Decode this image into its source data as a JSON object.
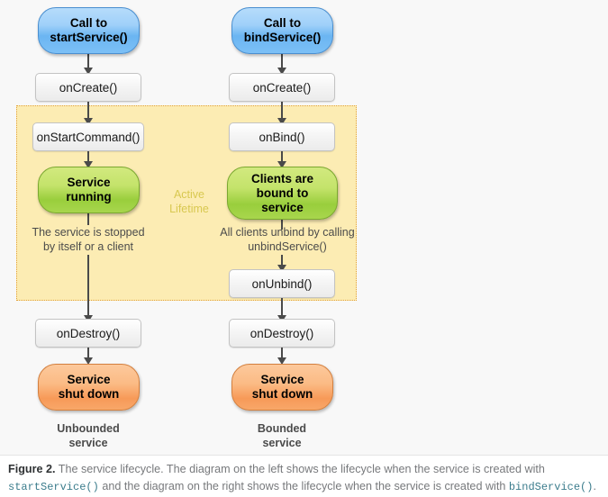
{
  "figure": {
    "label": "Figure 2.",
    "text_part_1": " The service lifecycle. The diagram on the left shows the lifecycle when the service is created with ",
    "code_1": "startService()",
    "text_part_2": " and the diagram on the right shows the lifecycle when the service is created with ",
    "code_2": "bindService()",
    "text_part_3": "."
  },
  "lifetime_region": {
    "label": "Active\nLifetime",
    "fill_color": "#fcecb3",
    "border_color": "#e2a13a",
    "label_color": "#d8c850"
  },
  "colors": {
    "start_node": "#7cc0f6",
    "running_node": "#a8d64d",
    "shutdown_node": "#f8a769",
    "method_box": "#f0f0f0",
    "connector": "#4a4a4a",
    "background": "#f8f8f8",
    "code_text": "#3b7c8c"
  },
  "left_column": {
    "title": "Unbounded\nservice",
    "nodes": {
      "entry": "Call to\nstartService()",
      "on_create": "onCreate()",
      "on_start_command": "onStartCommand()",
      "running": "Service\nrunning",
      "stop_note": "The service is stopped\nby itself or a client",
      "on_destroy": "onDestroy()",
      "shutdown": "Service\nshut down"
    }
  },
  "right_column": {
    "title": "Bounded\nservice",
    "nodes": {
      "entry": "Call to\nbindService()",
      "on_create": "onCreate()",
      "on_bind": "onBind()",
      "bound": "Clients are\nbound to\nservice",
      "unbind_note": "All clients unbind by calling\nunbindService()",
      "on_unbind": "onUnbind()",
      "on_destroy": "onDestroy()",
      "shutdown": "Service\nshut down"
    }
  }
}
